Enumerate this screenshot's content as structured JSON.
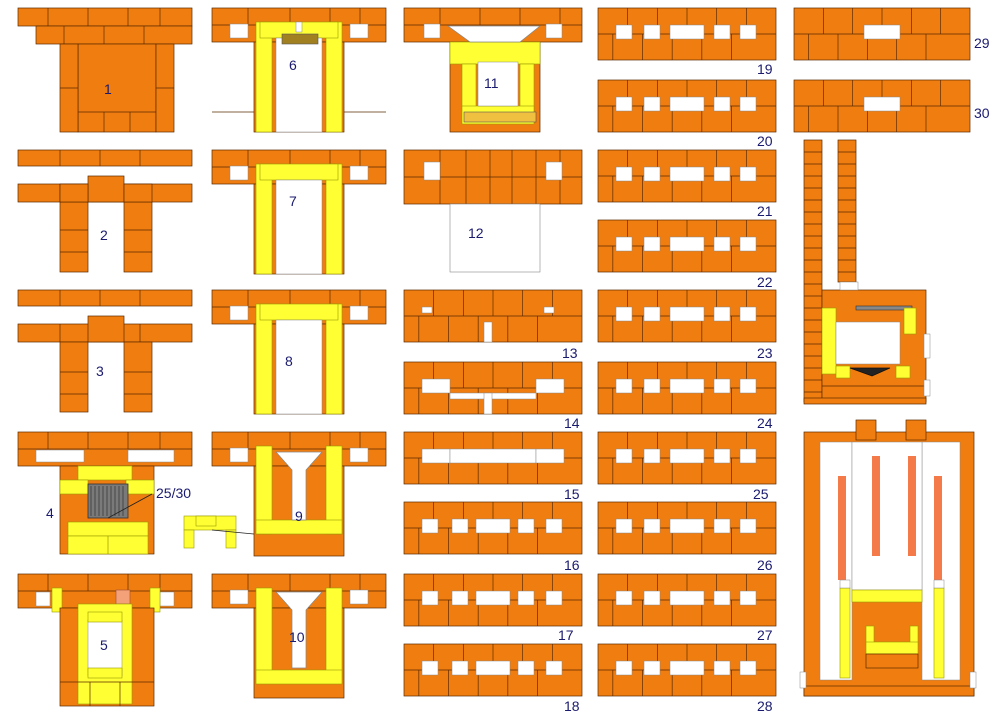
{
  "colors": {
    "brick": "#f07d10",
    "fireclay": "#ffff33",
    "mortar": "#5a2a00",
    "highlight": "#f4a078",
    "stripe": "#f47a4a",
    "label": "#1a1a6e"
  },
  "labels": {
    "l1": "1",
    "l2": "2",
    "l3": "3",
    "l4": "4",
    "l5": "5",
    "l6": "6",
    "l7": "7",
    "l8": "8",
    "l9": "9",
    "l10": "10",
    "l11": "11",
    "l12": "12",
    "l13": "13",
    "l14": "14",
    "l15": "15",
    "l16": "16",
    "l17": "17",
    "l18": "18",
    "l19": "19",
    "l20": "20",
    "l21": "21",
    "l22": "22",
    "l23": "23",
    "l24": "24",
    "l25": "25",
    "l26": "26",
    "l27": "27",
    "l28": "28",
    "l29": "29",
    "l30": "30",
    "grate": "25/30"
  }
}
